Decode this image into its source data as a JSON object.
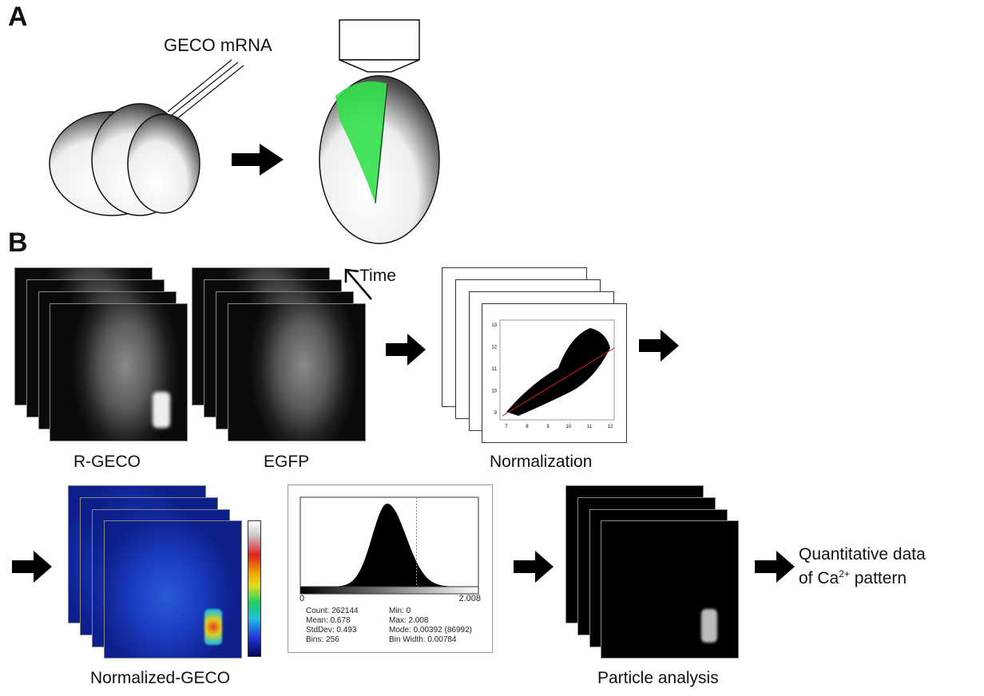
{
  "panel_a": {
    "letter": "A",
    "injection_label": "GECO mRNA"
  },
  "panel_b": {
    "letter": "B",
    "time_label": "Time",
    "rgeco_label": "R-GECO",
    "egfp_label": "EGFP",
    "normalization_label": "Normalization",
    "normalized_label": "Normalized-GECO",
    "particle_label": "Particle analysis",
    "output_label_line1": "Quantitative data",
    "output_label_line2_prefix": "of Ca",
    "output_label_sup": "2+",
    "output_label_line2_suffix": " pattern"
  },
  "colors": {
    "green_region": "#33e04a",
    "regression_line": "#d02020"
  },
  "scatter": {
    "x_ticks": [
      "7",
      "8",
      "9",
      "10",
      "11",
      "12"
    ],
    "y_ticks": [
      "9",
      "10",
      "11",
      "12",
      "13"
    ]
  },
  "chart_data": {
    "type": "histogram",
    "x_range": [
      0,
      2.008
    ],
    "x_min_label": "0",
    "x_max_label": "2.008",
    "shape": {
      "center": 0.98,
      "sd": 0.17,
      "skew_tail": 0.25
    },
    "threshold_marker": 1.31,
    "stats": [
      {
        "label": "Count: 262144"
      },
      {
        "label": "Min: 0"
      },
      {
        "label": "Mean: 0.678"
      },
      {
        "label": "Max: 2.008"
      },
      {
        "label": "StdDev: 0.493"
      },
      {
        "label": "Mode: 0.00392 (86992)"
      },
      {
        "label": "Bins: 256"
      },
      {
        "label": "Bin Width: 0.00784"
      }
    ]
  }
}
